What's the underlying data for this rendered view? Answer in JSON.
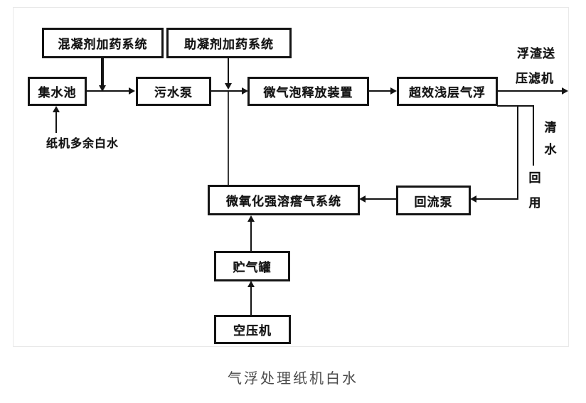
{
  "diagram": {
    "nodes": {
      "coagulant_dosing": {
        "label": "混凝剂加药系统"
      },
      "flocculant_dosing": {
        "label": "助凝剂加药系统"
      },
      "collection_pool": {
        "label": "集水池"
      },
      "sewage_pump": {
        "label": "污水泵"
      },
      "microbubble_release": {
        "label": "微气泡释放装置"
      },
      "shallow_daf": {
        "label": "超效浅层气浮"
      },
      "dissolving_system": {
        "label": "微氧化强溶瘩气系统"
      },
      "return_pump": {
        "label": "回流泵"
      },
      "gas_tank": {
        "label": "贮气罐"
      },
      "air_compressor": {
        "label": "空压机"
      }
    },
    "labels": {
      "inflow": "纸机多余白水",
      "scum_line1": "浮渣送",
      "scum_line2": "压滤机",
      "clear_water": "清水",
      "reuse": "回用"
    },
    "caption": "气浮处理纸机白水",
    "colors": {
      "line": "#141414",
      "frame_border": "#e9e9e9",
      "caption_text": "#4a4a4a",
      "background": "#ffffff"
    }
  }
}
